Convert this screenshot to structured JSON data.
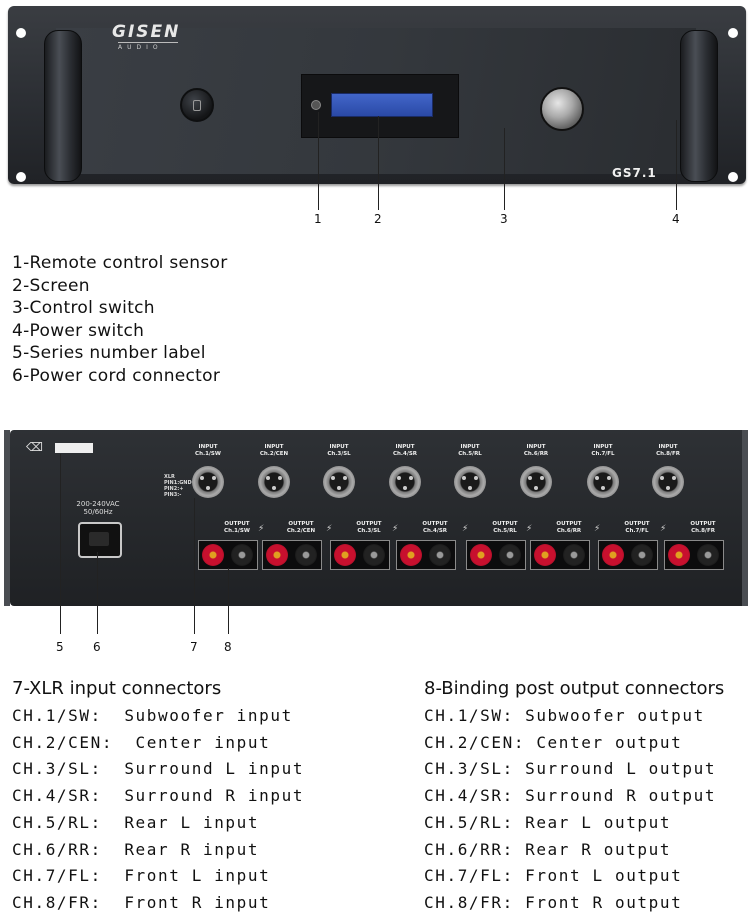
{
  "front_panel": {
    "brand": "GISEN",
    "brand_sub": "AUDIO",
    "model": "GS7.1",
    "callouts": [
      "1",
      "2",
      "3",
      "4"
    ]
  },
  "front_legend": [
    "1-Remote control sensor",
    "2-Screen",
    "3-Control switch",
    "4-Power switch",
    "5-Series number label",
    "6-Power cord connector"
  ],
  "rear_panel": {
    "voltage": "200-240VAC",
    "frequency": "50/60Hz",
    "xlr_key": [
      "XLR",
      "PIN1:GND",
      "PIN2:+",
      "PIN3:-"
    ],
    "inputs": [
      {
        "label": "INPUT",
        "ch": "Ch.1/SW"
      },
      {
        "label": "INPUT",
        "ch": "Ch.2/CEN"
      },
      {
        "label": "INPUT",
        "ch": "Ch.3/SL"
      },
      {
        "label": "INPUT",
        "ch": "Ch.4/SR"
      },
      {
        "label": "INPUT",
        "ch": "Ch.5/RL"
      },
      {
        "label": "INPUT",
        "ch": "Ch.6/RR"
      },
      {
        "label": "INPUT",
        "ch": "Ch.7/FL"
      },
      {
        "label": "INPUT",
        "ch": "Ch.8/FR"
      }
    ],
    "outputs": [
      {
        "label": "OUTPUT",
        "ch": "Ch.1/SW"
      },
      {
        "label": "OUTPUT",
        "ch": "Ch.2/CEN"
      },
      {
        "label": "OUTPUT",
        "ch": "Ch.3/SL"
      },
      {
        "label": "OUTPUT",
        "ch": "Ch.4/SR"
      },
      {
        "label": "OUTPUT",
        "ch": "Ch.5/RL"
      },
      {
        "label": "OUTPUT",
        "ch": "Ch.6/RR"
      },
      {
        "label": "OUTPUT",
        "ch": "Ch.7/FL"
      },
      {
        "label": "OUTPUT",
        "ch": "Ch.8/FR"
      }
    ],
    "callouts": [
      "5",
      "6",
      "7",
      "8"
    ]
  },
  "inputs_section": {
    "title": "7-XLR input connectors",
    "rows": [
      "CH.1/SW:  Subwoofer input",
      "CH.2/CEN:  Center input",
      "CH.3/SL:  Surround L input",
      "CH.4/SR:  Surround R input",
      "CH.5/RL:  Rear L input",
      "CH.6/RR:  Rear R input",
      "CH.7/FL:  Front L input",
      "CH.8/FR:  Front R input"
    ]
  },
  "outputs_section": {
    "title": "8-Binding post output connectors",
    "rows": [
      "CH.1/SW: Subwoofer output",
      "CH.2/CEN: Center output",
      "CH.3/SL: Surround L output",
      "CH.4/SR: Surround R output",
      "CH.5/RL: Rear L output",
      "CH.6/RR: Rear R output",
      "CH.7/FL: Front L output",
      "CH.8/FR: Front R output"
    ]
  }
}
